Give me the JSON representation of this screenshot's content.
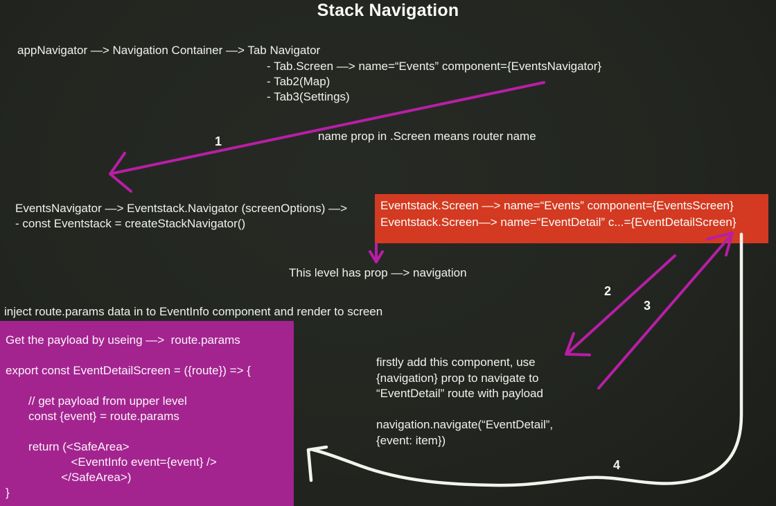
{
  "title": "Stack Navigation",
  "app_nav": {
    "line1": "appNavigator —> Navigation Container —> Tab Navigator",
    "items": [
      "- Tab.Screen —> name=“Events” component={EventsNavigator}",
      "- Tab2(Map)",
      "- Tab3(Settings)"
    ]
  },
  "notes": {
    "router_name": "name prop in .Screen means router name",
    "level_prop": "This level has prop —> navigation",
    "inject": "inject route.params data in to EventInfo component and render to screen"
  },
  "events_nav": {
    "line1": "EventsNavigator —> Eventstack.Navigator (screenOptions) —>",
    "line2": "- const Eventstack = createStackNavigator()"
  },
  "red_box": {
    "lines": [
      "Eventstack.Screen —> name=“Events” component={EventsScreen}",
      "Eventstack.Screen—> name=“EventDetail” c...={EventDetailScreen}"
    ]
  },
  "code_box": {
    "lines": [
      "Get the payload by useing —>  route.params",
      "",
      "export const EventDetailScreen = ({route}) => {",
      "",
      "       // get payload from upper level",
      "       const {event} = route.params",
      "",
      "       return (<SafeArea>",
      "                    <EventInfo event={event} />",
      "                 </SafeArea>)",
      "}"
    ]
  },
  "navigate_note": {
    "lines": [
      "firstly add this component, use",
      "{navigation} prop to navigate to",
      "“EventDetail” route with payload",
      "",
      "navigation.navigate(“EventDetail”,",
      "{event: item})"
    ]
  },
  "steps": [
    "1",
    "2",
    "3",
    "4"
  ],
  "colors": {
    "background": "#232620",
    "text": "#f1f1ef",
    "magenta_box": "#a3248f",
    "red_box": "#d33a21",
    "arrow_magenta": "#b81ea6",
    "arrow_white": "#f3f3ee"
  }
}
